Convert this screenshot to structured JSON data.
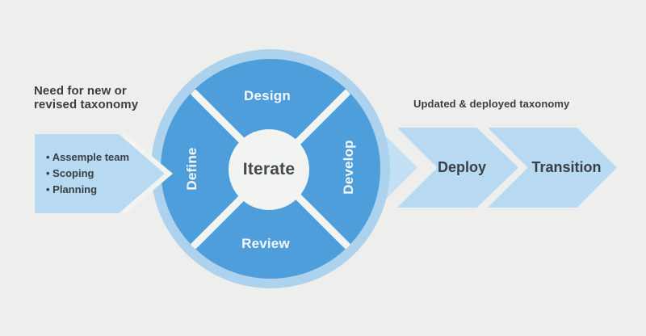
{
  "colors": {
    "background": "#EEEFED",
    "arrow_blue": "#B7DAF2",
    "tail_blue": "#C3E0F5",
    "ring_blue": "#ADD2ED",
    "core_blue": "#4F9EDC",
    "gap_white": "#F2F4F2",
    "dark_text": "#3B3E43",
    "light_text": "#F3F7FA",
    "iterate_text": "#45484D"
  },
  "left": {
    "heading": "Need for new or revised taxonomy",
    "bullets": [
      "Assemple team",
      "Scoping",
      "Planning"
    ]
  },
  "cycle": {
    "top": "Design",
    "right": "Develop",
    "bottom": "Review",
    "left": "Define",
    "center": "Iterate"
  },
  "right": {
    "heading": "Updated & deployed taxonomy",
    "steps": [
      "Deploy",
      "Transition"
    ]
  }
}
